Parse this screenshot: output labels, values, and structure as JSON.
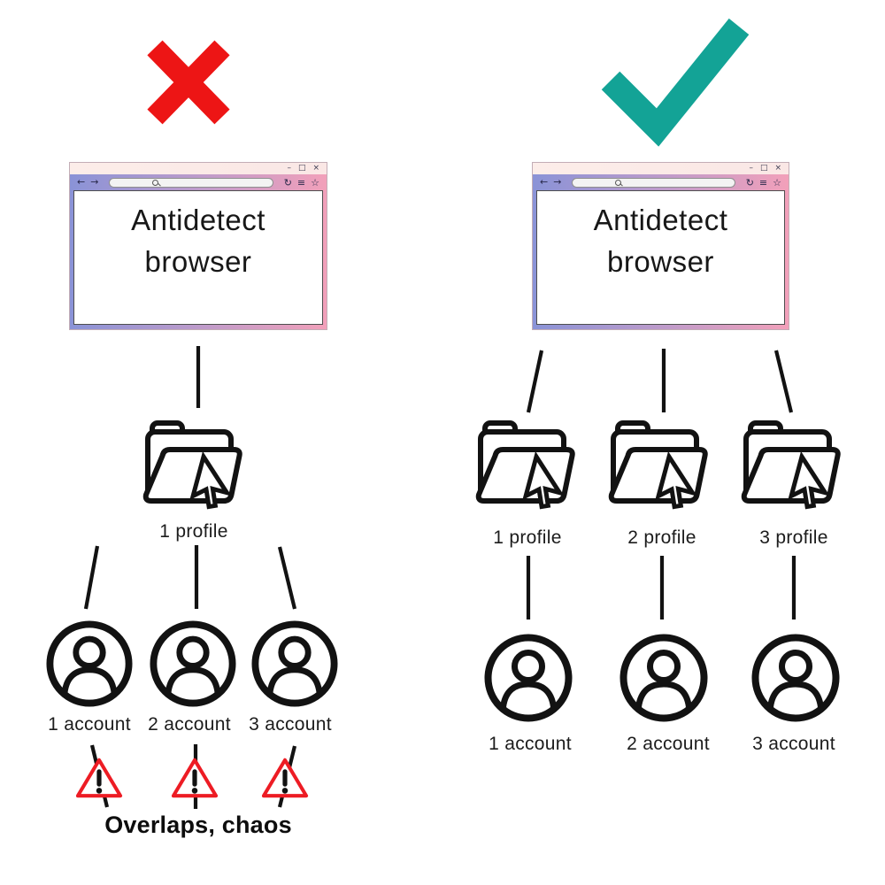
{
  "colors": {
    "cross": "#ed1515",
    "check": "#13a396",
    "warning": "#ed1c24",
    "stroke": "#121212",
    "toolbar-left": "#8a93d7",
    "toolbar-right": "#f2a0ba",
    "titlebar": "#fcede9"
  },
  "browser_chrome": {
    "title": "Antidetect browser",
    "minimize_glyph": "–",
    "maximize_glyph": "□",
    "close_glyph": "×",
    "back_glyph": "←",
    "forward_glyph": "→",
    "reload_glyph": "↻",
    "menu_glyph": "≡",
    "bookmark_glyph": "☆"
  },
  "icons": {
    "left_verdict": "cross-icon",
    "right_verdict": "check-icon",
    "profile": "folder-with-cursor-icon",
    "account": "user-circle-icon",
    "risk": "warning-triangle-icon",
    "url_bar": "search-icon"
  },
  "left_panel": {
    "verdict": "wrong",
    "profile_labels": [
      "1 profile"
    ],
    "account_labels": [
      "1 account",
      "2 account",
      "3 account"
    ],
    "caption": "Overlaps, chaos"
  },
  "right_panel": {
    "verdict": "correct",
    "profile_labels": [
      "1 profile",
      "2 profile",
      "3 profile"
    ],
    "account_labels": [
      "1 account",
      "2 account",
      "3 account"
    ]
  }
}
